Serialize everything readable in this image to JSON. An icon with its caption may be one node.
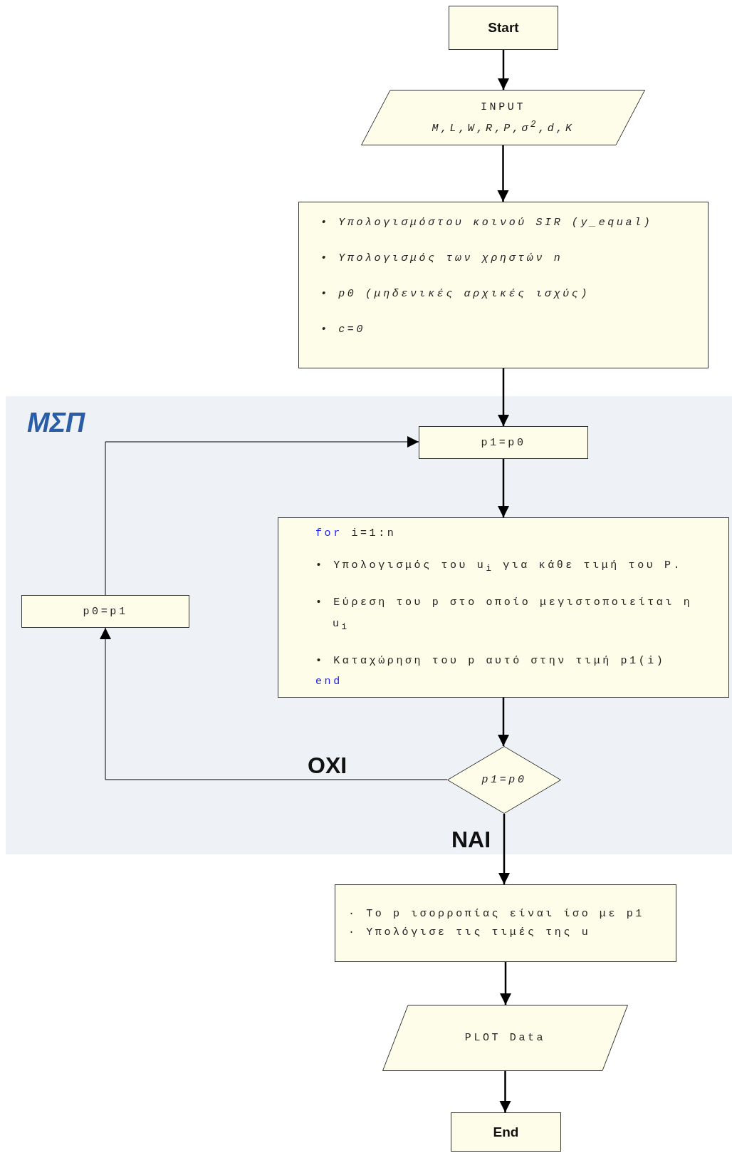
{
  "diagram": {
    "nodes": [
      {
        "text": [
          "Start"
        ]
      },
      {
        "text": [
          "INPUT",
          "M,L,W,R,P,σ$^{2}$,d,K"
        ]
      },
      {
        "text": [
          "• Υπολογισμόστου κοινού SIR (y_equal)",
          "• Υπολογισμός των χρηστών n",
          "• p0 (μηδενικές αρχικές ισχύς)",
          "• c=0"
        ]
      },
      {
        "text": [
          "ΜΣΠ"
        ]
      },
      {
        "text": [
          "p1=p0"
        ],
        "in": 3
      },
      {
        "text": [
          "for i=1:n",
          "• Υπολογισμός του u$_{i}$ για κάθε τιμή του P.",
          "• Εύρεση του p στο οποίο μεγιστοποιείται η u$_{i}$",
          "• Καταχώρηση του p αυτό στην τιμή p1(i)",
          "end"
        ],
        "in": 3
      },
      {
        "text": [
          "p0=p1"
        ],
        "in": 3
      },
      {
        "text": [
          "p1=p0"
        ],
        "in": 3
      },
      {
        "text": [
          "· Το p ισορροπίας είναι ίσο με p1",
          "· Υπολόγισε τις τιμές της u"
        ]
      },
      {
        "text": [
          "PLOT Data"
        ]
      },
      {
        "text": [
          "End"
        ]
      }
    ],
    "edges": [
      {
        "from": 0,
        "to": 1,
        "arrow": "to"
      },
      {
        "from": 1,
        "to": 2,
        "arrow": "to"
      },
      {
        "from": 2,
        "to": 4,
        "arrow": "to"
      },
      {
        "from": 4,
        "to": 5,
        "arrow": "to"
      },
      {
        "from": 5,
        "to": 7,
        "arrow": "to"
      },
      {
        "from": 7,
        "to": 8,
        "arrow": "to",
        "label": "ΝΑΙ"
      },
      {
        "from": 7,
        "to": 6,
        "arrow": "to",
        "label": "ΟΧΙ"
      },
      {
        "from": 6,
        "to": 4,
        "arrow": "to"
      },
      {
        "from": 8,
        "to": 9,
        "arrow": "to"
      },
      {
        "from": 9,
        "to": 10,
        "arrow": "to"
      }
    ]
  }
}
